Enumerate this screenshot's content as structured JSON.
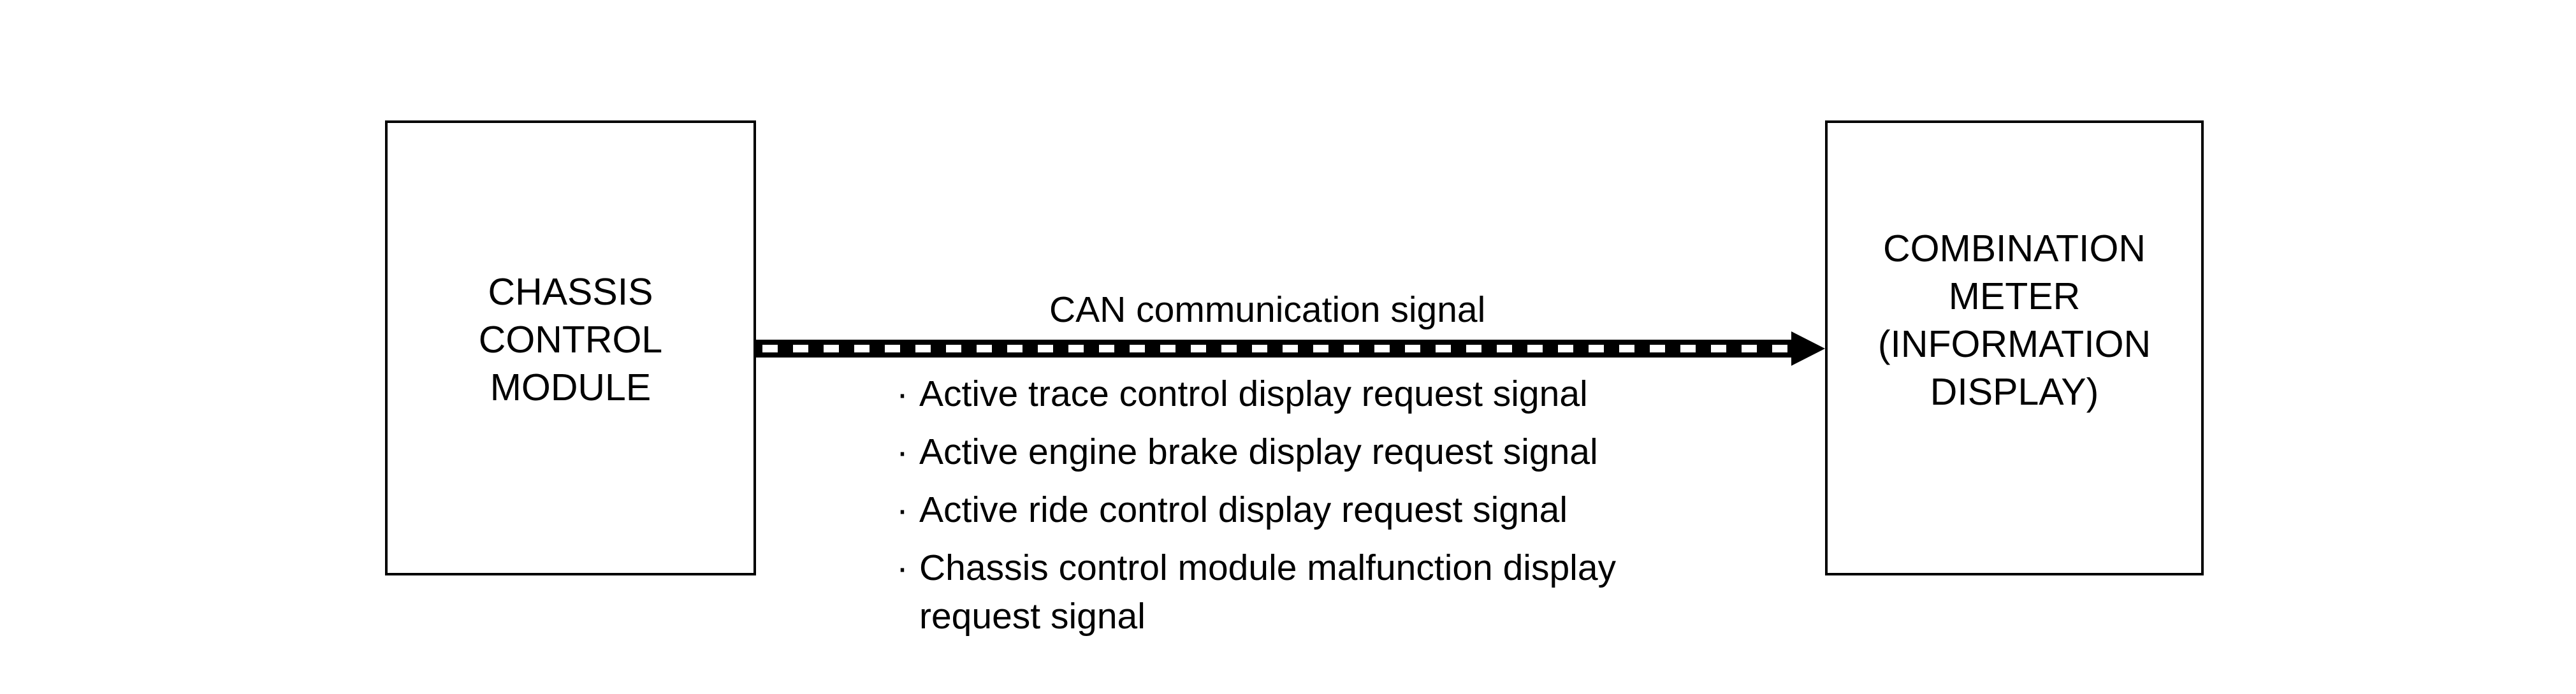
{
  "diagram": {
    "left_box": {
      "label": "CHASSIS\nCONTROL\nMODULE"
    },
    "right_box": {
      "label": "COMBINATION\nMETER\n(INFORMATION\nDISPLAY)"
    },
    "connection": {
      "label": "CAN communication signal",
      "bullet": "·",
      "signals": [
        "Active trace control display request signal",
        "Active engine brake display request signal",
        "Active ride control display request signal",
        "Chassis control module malfunction display\nrequest signal"
      ]
    }
  },
  "colors": {
    "line": "#000000",
    "background": "#ffffff"
  }
}
